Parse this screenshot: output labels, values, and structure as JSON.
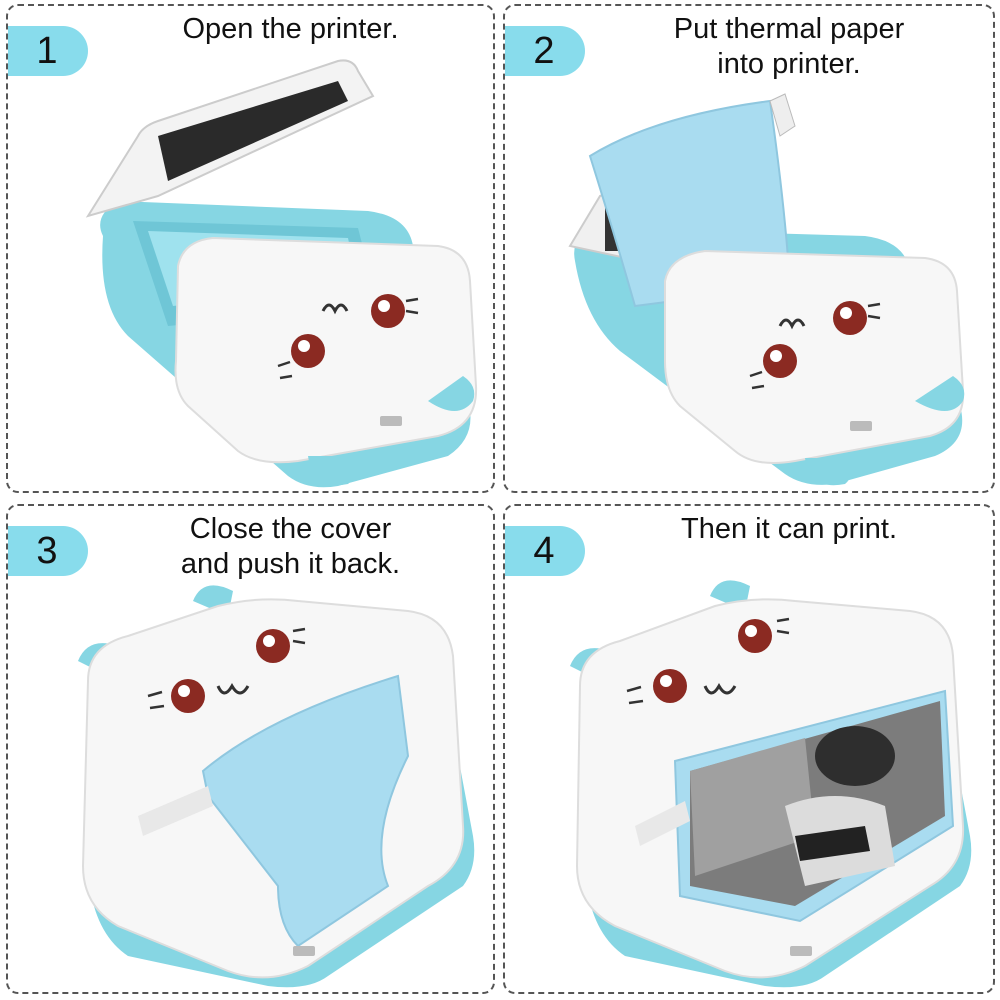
{
  "steps": [
    {
      "number": "1",
      "lines": [
        "Open the printer."
      ]
    },
    {
      "number": "2",
      "lines": [
        "Put thermal paper",
        "into printer."
      ]
    },
    {
      "number": "3",
      "lines": [
        "Close the cover",
        "and push it back."
      ]
    },
    {
      "number": "4",
      "lines": [
        "Then it can print."
      ]
    }
  ],
  "colors": {
    "accent_teal": "#88dcec",
    "body_teal": "#86d6e3",
    "paper_blue": "#a9dcf0",
    "shell_white": "#f7f7f7",
    "eye_brown": "#8b2a22"
  }
}
